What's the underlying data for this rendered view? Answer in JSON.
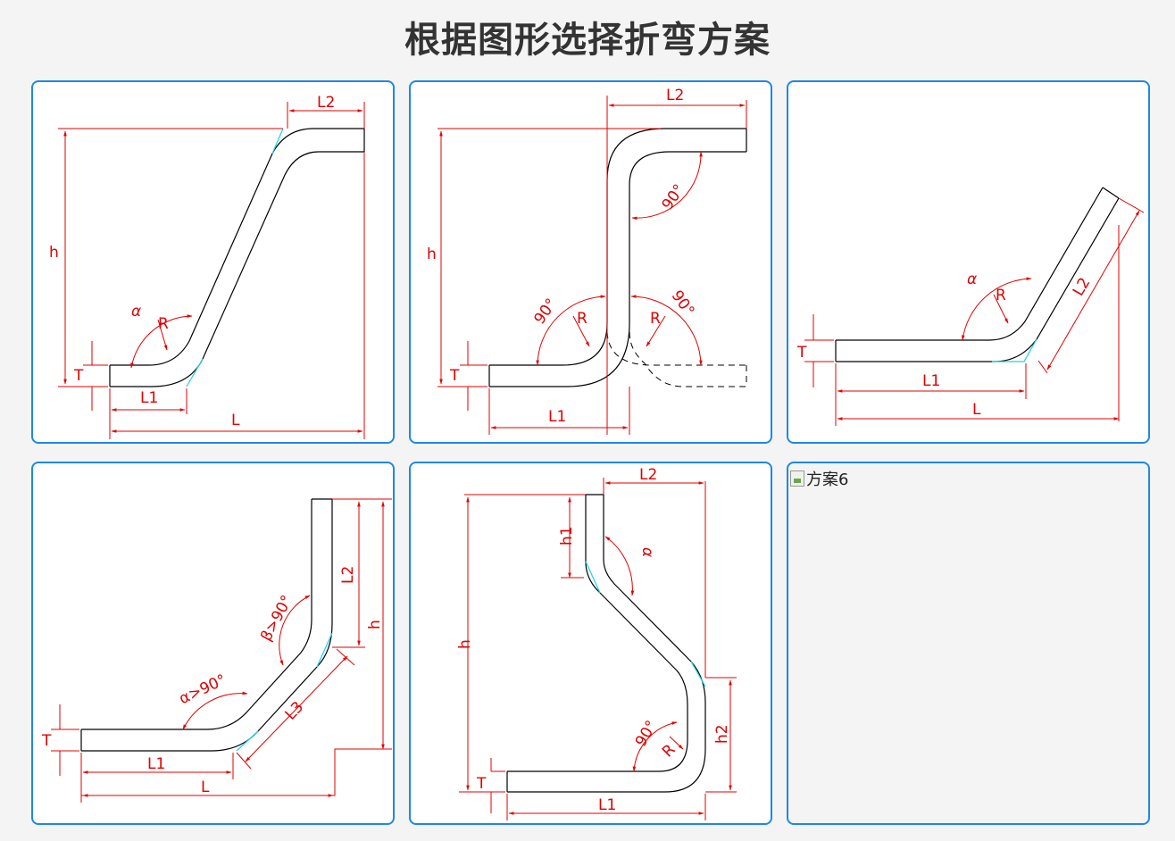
{
  "page": {
    "title": "根据图形选择折弯方案"
  },
  "colors": {
    "accent": "#1e88e5",
    "dimension": "#e00000",
    "outline": "#000000",
    "tangent": "#19d3e6"
  },
  "cards": [
    {
      "labels": {
        "l2": "L2",
        "h": "h",
        "t": "T",
        "alpha": "α",
        "r": "R",
        "l1": "L1",
        "l": "L"
      }
    },
    {
      "labels": {
        "l2": "L2",
        "angle_top": "90°",
        "h": "h",
        "angle_left": "90°",
        "r_left": "R",
        "r_right": "R",
        "angle_right": "90°",
        "t": "T",
        "l1": "L1"
      }
    },
    {
      "labels": {
        "alpha": "α",
        "r": "R",
        "l2": "L2",
        "t": "T",
        "l1": "L1",
        "l": "L"
      }
    },
    {
      "labels": {
        "l2": "L2",
        "h": "h",
        "beta": "β>90°",
        "alpha": "α>90°",
        "l3": "L3",
        "t": "T",
        "l1": "L1",
        "l": "L"
      }
    },
    {
      "labels": {
        "l2": "L2",
        "h1": "h1",
        "alpha": "α",
        "h": "h",
        "h2": "h2",
        "angle": "90°",
        "r": "R",
        "t": "T",
        "l1": "L1"
      }
    },
    {
      "image_alt": "方案6"
    }
  ]
}
